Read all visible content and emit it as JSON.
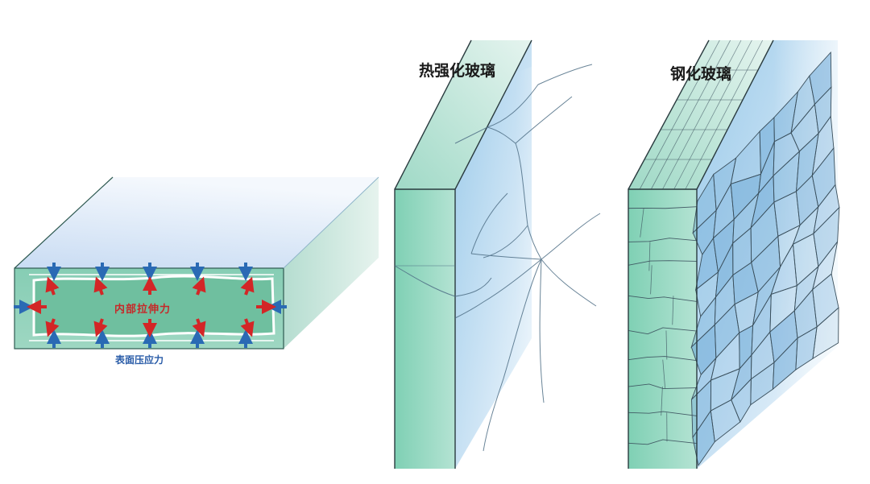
{
  "diagram": {
    "slab": {
      "inner_label": "内部拉伸力",
      "surface_label": "表面压应力"
    },
    "panels": [
      {
        "title": "热强化玻璃"
      },
      {
        "title": "钢化玻璃"
      }
    ]
  },
  "colors": {
    "glass_edge": "#7fd0b4",
    "glass_face": "#aed6ee",
    "compression_arrow": "#2a6ab4",
    "tension_arrow": "#d32626",
    "tension_core": "#6fbf9f"
  }
}
